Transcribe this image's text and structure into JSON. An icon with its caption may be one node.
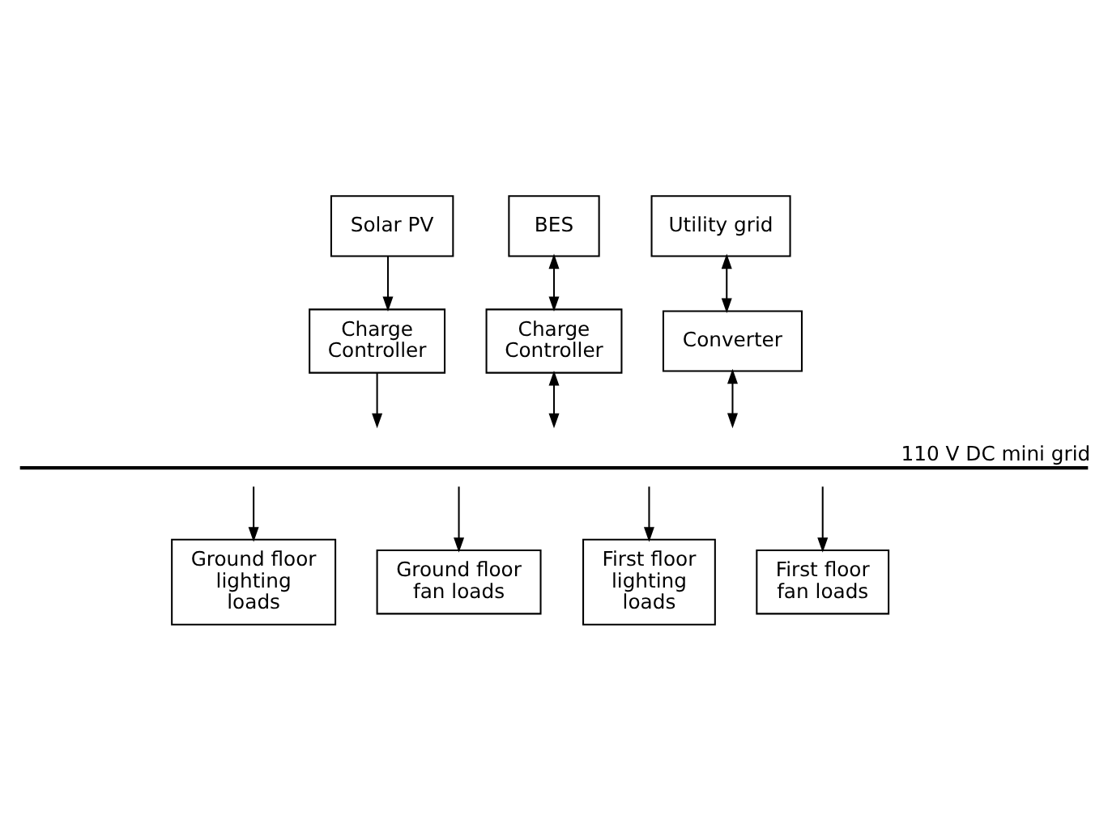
{
  "diagram": {
    "nodes": [
      {
        "text": [
          "Solar PV"
        ]
      },
      {
        "text": [
          "BES"
        ]
      },
      {
        "text": [
          "Utility grid"
        ]
      },
      {
        "text": [
          "Charge Controller"
        ]
      },
      {
        "text": [
          "Charge Controller"
        ]
      },
      {
        "text": [
          "Converter"
        ]
      },
      {
        "text": [
          "110 V DC mini grid"
        ]
      },
      {
        "text": [
          "Ground floor lighting loads"
        ]
      },
      {
        "text": [
          "Ground floor fan loads"
        ]
      },
      {
        "text": [
          "First floor lighting loads"
        ]
      },
      {
        "text": [
          "First floor fan loads"
        ]
      }
    ],
    "edges": [
      {
        "from": 0,
        "to": 3,
        "arrow": "to"
      },
      {
        "from": 1,
        "to": 4,
        "arrow": "both"
      },
      {
        "from": 2,
        "to": 5,
        "arrow": "both"
      },
      {
        "from": 3,
        "to": 6,
        "arrow": "to"
      },
      {
        "from": 4,
        "to": 6,
        "arrow": "both"
      },
      {
        "from": 5,
        "to": 6,
        "arrow": "both"
      },
      {
        "from": 6,
        "to": 7,
        "arrow": "to"
      },
      {
        "from": 6,
        "to": 8,
        "arrow": "to"
      },
      {
        "from": 6,
        "to": 9,
        "arrow": "to"
      },
      {
        "from": 6,
        "to": 10,
        "arrow": "to"
      }
    ]
  }
}
